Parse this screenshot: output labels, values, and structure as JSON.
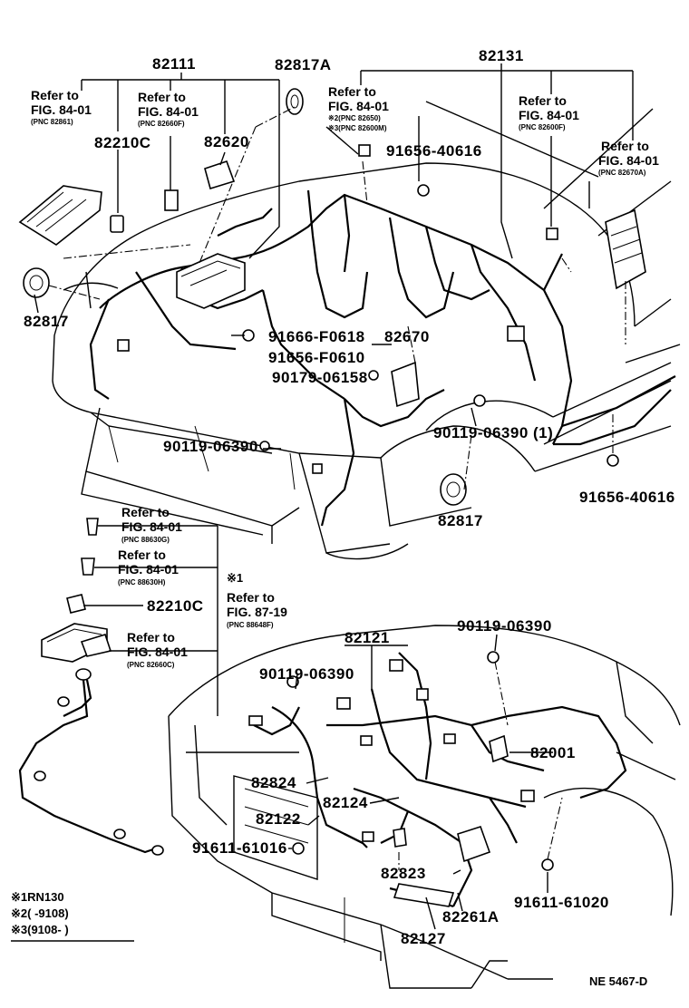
{
  "drawing_code": "NE 5467-D",
  "top_section": {
    "part_numbers": {
      "p82111": "82111",
      "p82817A": "82817A",
      "p82131": "82131",
      "p82210C": "82210C",
      "p82620": "82620",
      "p91656a": "91656-40616",
      "p82817_left": "82817",
      "p91666": "91666-F0618",
      "p82670": "82670",
      "p91656b": "91656-F0610",
      "p90179": "90179-06158",
      "p90119a": "90119-06390",
      "p90119b": "90119-06390 (1)",
      "p82817_bottom": "82817",
      "p91656c": "91656-40616"
    },
    "refs": [
      {
        "refer": "Refer to",
        "fig": "FIG. 84-01",
        "pnc": "(PNC 82861)"
      },
      {
        "refer": "Refer to",
        "fig": "FIG. 84-01",
        "pnc": "(PNC 82660F)"
      },
      {
        "refer": "Refer to",
        "fig": "FIG. 84-01",
        "pnc1": "※2(PNC 82650)",
        "pnc2": "※3(PNC 82600M)"
      },
      {
        "refer": "Refer to",
        "fig": "FIG. 84-01",
        "pnc": "(PNC 82600F)"
      },
      {
        "refer": "Refer to",
        "fig": "FIG. 84-01",
        "pnc": "(PNC 82670A)"
      }
    ]
  },
  "left_section": {
    "refs": [
      {
        "refer": "Refer to",
        "fig": "FIG. 84-01",
        "pnc": "(PNC 88630G)"
      },
      {
        "refer": "Refer to",
        "fig": "FIG. 84-01",
        "pnc": "(PNC 88630H)"
      },
      {
        "refer": "Refer to",
        "fig": "FIG. 84-01",
        "pnc": "(PNC 82660C)"
      }
    ],
    "p82210C": "82210C",
    "note1_mark": "※1",
    "note1_ref": {
      "refer": "Refer to",
      "fig": "FIG. 87-19",
      "pnc": "(PNC 88648F)"
    }
  },
  "bottom_section": {
    "part_numbers": {
      "p90119c": "90119-06390",
      "p82121": "82121",
      "p90119d": "90119-06390",
      "p82001": "82001",
      "p82824": "82824",
      "p82124": "82124",
      "p82122": "82122",
      "p91611a": "91611-61016",
      "p82823": "82823",
      "p91611b": "91611-61020",
      "p82261A": "82261A",
      "p82127": "82127"
    }
  },
  "legend": [
    "※1RN130",
    "※2(      -9108)",
    "※3(9108-      )"
  ]
}
